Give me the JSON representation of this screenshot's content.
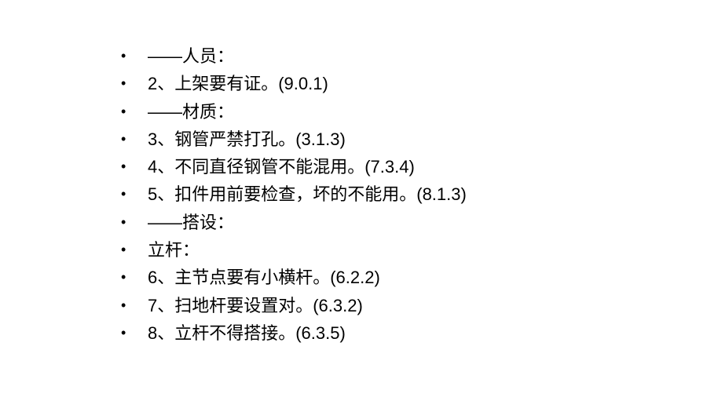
{
  "bullet_glyph": "•",
  "items": [
    "——人员：",
    "2、上架要有证。(9.0.1)",
    "——材质：",
    "3、钢管严禁打孔。(3.1.3)",
    "4、不同直径钢管不能混用。(7.3.4)",
    "5、扣件用前要检查，坏的不能用。(8.1.3)",
    "——搭设：",
    "立杆：",
    "6、主节点要有小横杆。(6.2.2)",
    "7、扫地杆要设置对。(6.3.2)",
    "8、立杆不得搭接。(6.3.5)"
  ]
}
